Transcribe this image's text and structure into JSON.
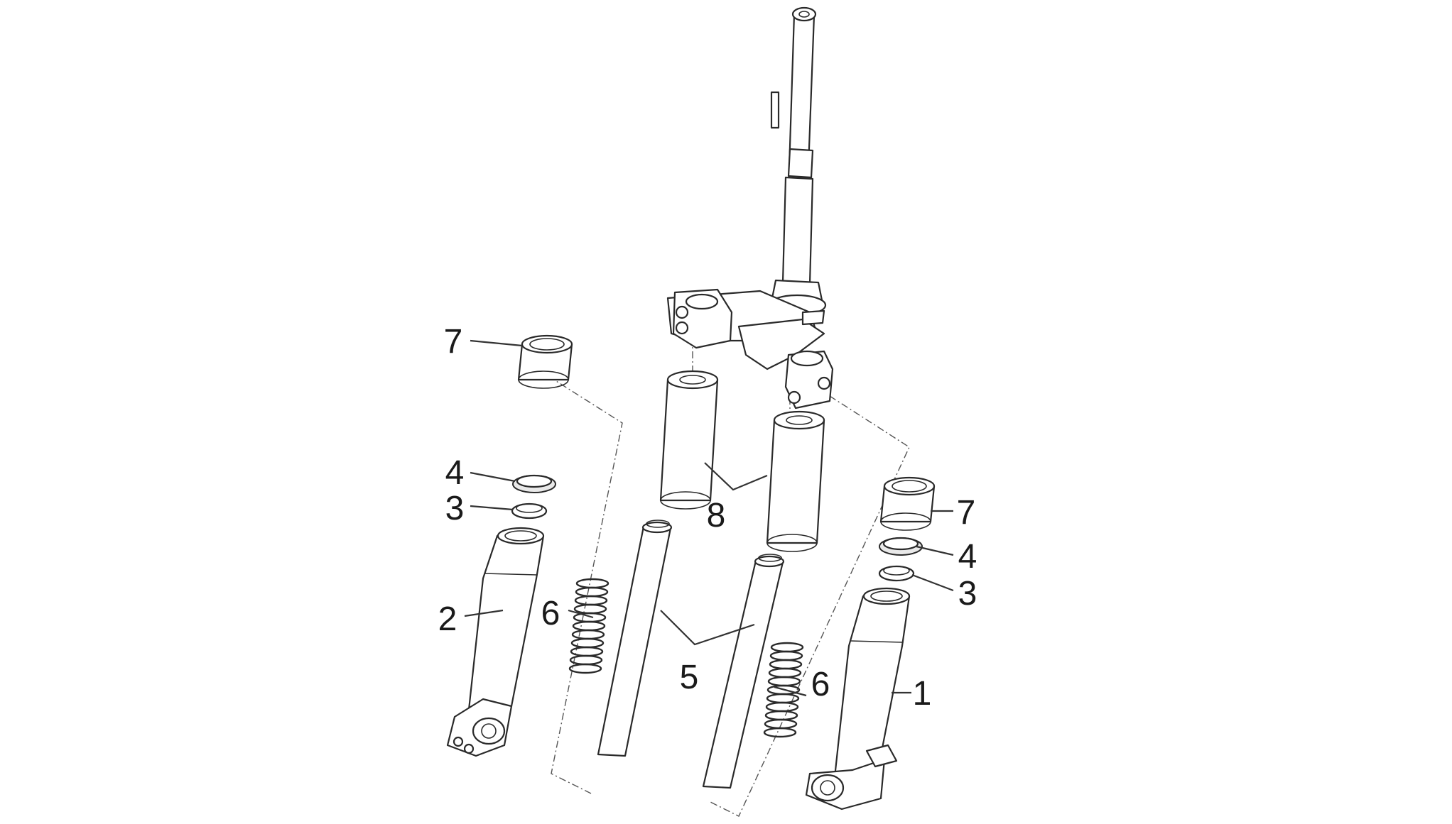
{
  "diagram": {
    "callouts": {
      "c1": "1",
      "c2": "2",
      "c3_left": "3",
      "c3_right": "3",
      "c4_left": "4",
      "c4_right": "4",
      "c5": "5",
      "c6_left": "6",
      "c6_right": "6",
      "c7_left": "7",
      "c7_right": "7",
      "c8": "8"
    }
  }
}
